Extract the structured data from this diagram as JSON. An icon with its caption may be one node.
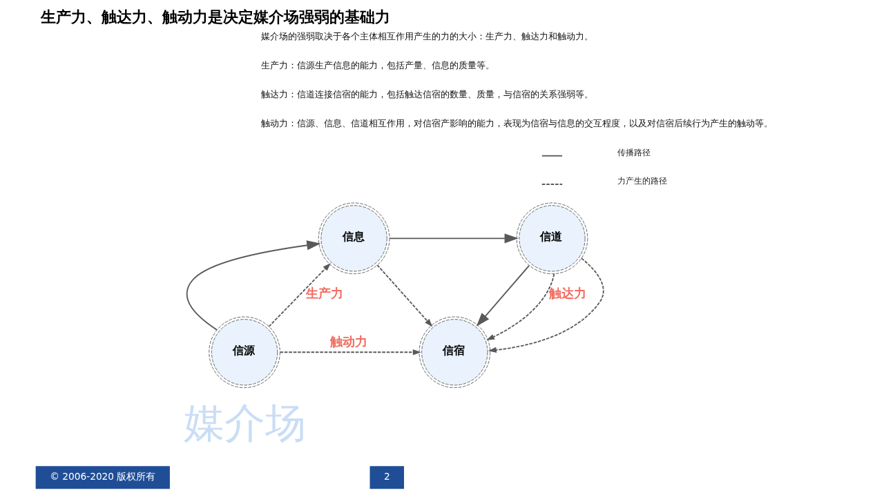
{
  "diagram": {
    "title": "生产力、触达力、触动力是决定媒介场强弱的基础力",
    "nodes": [
      {
        "text": [
          "信源"
        ]
      },
      {
        "text": [
          "信息"
        ]
      },
      {
        "text": [
          "信道"
        ]
      },
      {
        "text": [
          "信宿"
        ]
      }
    ],
    "edges": [
      {
        "from": 0,
        "to": 1,
        "arrow": "to"
      },
      {
        "from": 1,
        "to": 2,
        "arrow": "to"
      },
      {
        "from": 2,
        "to": 3,
        "arrow": "to"
      },
      {
        "from": 0,
        "to": 1,
        "arrow": "to",
        "style": "dashed",
        "label": "生产力"
      },
      {
        "from": 2,
        "to": 3,
        "arrow": "to",
        "style": "dashed",
        "label": "触达力"
      },
      {
        "from": 0,
        "to": 3,
        "arrow": "to",
        "style": "dashed",
        "label": "触动力"
      },
      {
        "from": 1,
        "to": 3,
        "arrow": "to",
        "style": "dashed"
      },
      {
        "from": 2,
        "to": 3,
        "arrow": "to",
        "style": "dashed"
      }
    ],
    "labels": [
      "媒介场的强弱取决于各个主体相互作用产生的力的大小：生产力、触达力和触动力。",
      "生产力：信源生产信息的能力，包括产量、信息的质量等。",
      "触达力：信道连接信宿的能力，包括触达信宿的数量、质量，与信宿的关系强弱等。",
      "触动力：信源、信息、信道相互作用，对信宿产影响的能力，表现为信宿与信息的交互程度，以及对信宿后续行为产生的触动等。",
      "媒介场",
      "© 2006-2020 版权所有",
      "2"
    ],
    "legend": [
      {
        "text": "传播路径"
      },
      {
        "text": "力产生的路径"
      }
    ]
  }
}
